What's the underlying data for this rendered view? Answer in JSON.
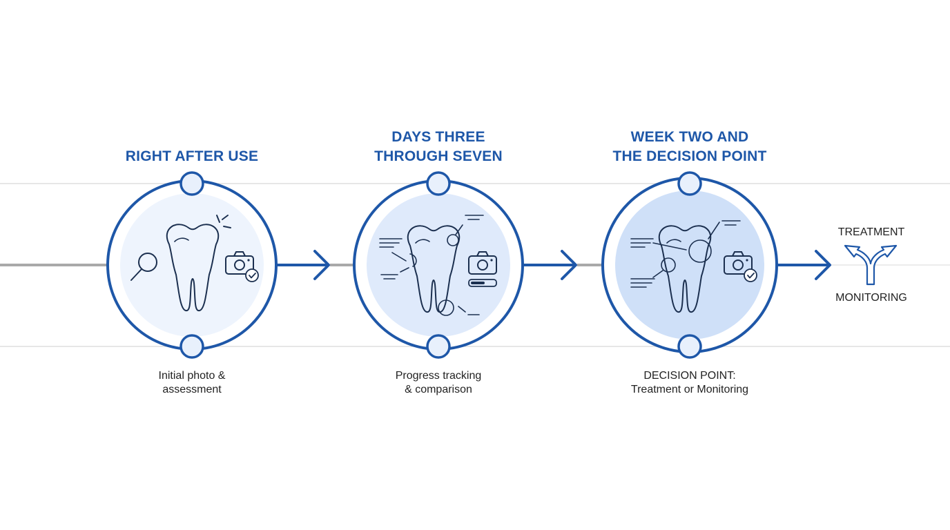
{
  "colors": {
    "primary": "#1e57a8",
    "circle_fill_light": "#eef4fd",
    "circle_fill_mid": "#dfeafb",
    "circle_fill_strong": "#cfe0f8",
    "timeline_gray": "#a9a9a9",
    "guide_line": "#dcdcdc",
    "icon_stroke": "#1b2f4f",
    "text_dark": "#222222"
  },
  "stages": [
    {
      "title_lines": [
        "RIGHT AFTER USE"
      ],
      "caption_lines": [
        "Initial photo &",
        "assessment"
      ],
      "icons": [
        "tooth-icon",
        "magnifier-icon",
        "sparkle-icon",
        "camera-check-icon"
      ]
    },
    {
      "title_lines": [
        "DAYS THREE",
        "THROUGH SEVEN"
      ],
      "caption_lines": [
        "Progress tracking",
        "& comparison"
      ],
      "icons": [
        "tooth-icon",
        "annotation-arrows-icon",
        "camera-icon",
        "progress-bar-icon"
      ]
    },
    {
      "title_lines": [
        "WEEK TWO AND",
        "THE DECISION POINT"
      ],
      "caption_lines": [
        "DECISION POINT:",
        "Treatment or Monitoring"
      ],
      "icons": [
        "tooth-icon",
        "annotation-arrows-icon",
        "camera-check-icon"
      ]
    }
  ],
  "outcome": {
    "top_label": "TREATMENT",
    "bottom_label": "MONITORING",
    "icon": "split-arrow-icon"
  }
}
